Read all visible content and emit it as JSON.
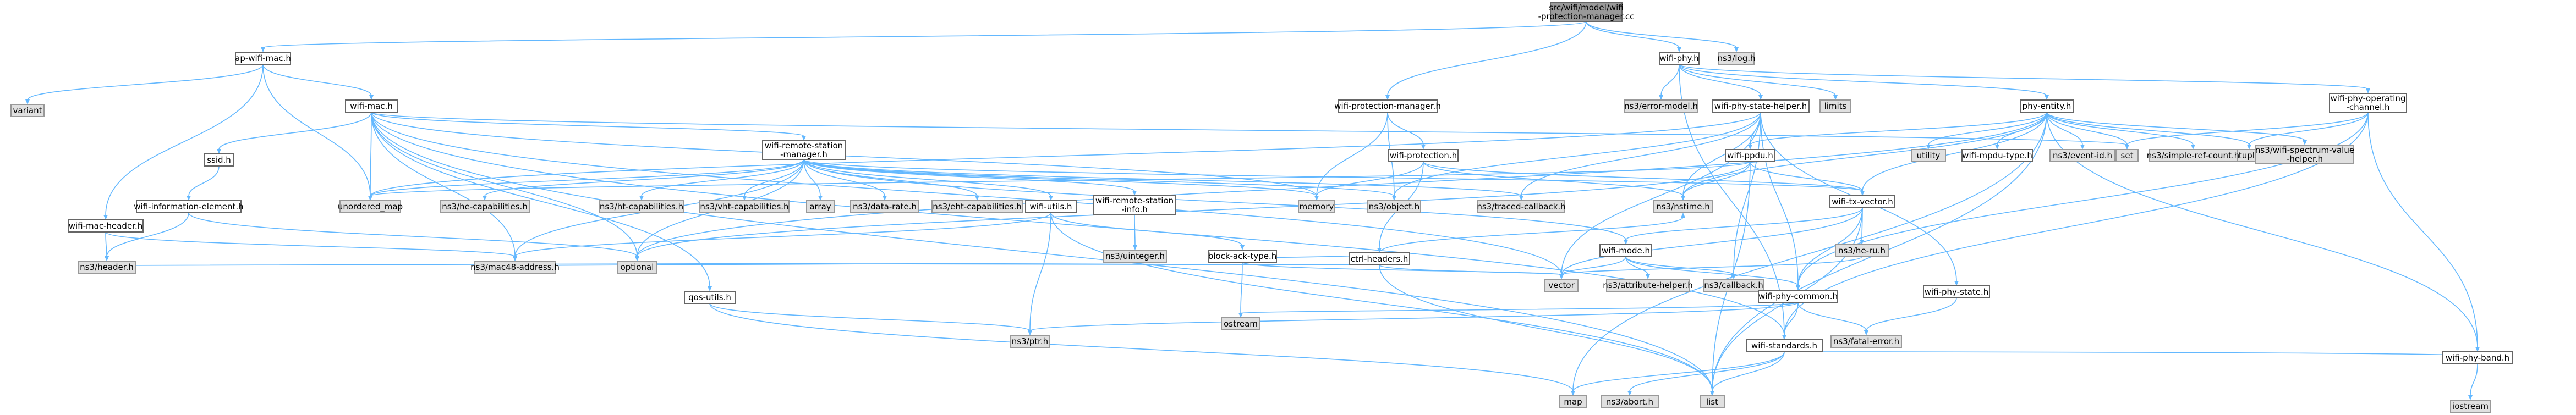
{
  "diagram": {
    "kind": "include-dependency-graph",
    "colors": {
      "edge": "#63b8ff",
      "root_fill": "#999999",
      "header_fill": "#ffffff",
      "external_fill": "#e0e0e0"
    },
    "nodes": [
      {
        "id": "root",
        "label": [
          "src/wifi/model/wifi",
          "-protection-manager.cc"
        ],
        "kind": "root"
      },
      {
        "id": "ap_wifi_mac",
        "label": [
          "ap-wifi-mac.h"
        ],
        "kind": "header"
      },
      {
        "id": "variant",
        "label": [
          "variant"
        ],
        "kind": "external"
      },
      {
        "id": "wifi_mac",
        "label": [
          "wifi-mac.h"
        ],
        "kind": "header"
      },
      {
        "id": "wifi_mac_header",
        "label": [
          "wifi-mac-header.h"
        ],
        "kind": "header"
      },
      {
        "id": "ssid",
        "label": [
          "ssid.h"
        ],
        "kind": "header"
      },
      {
        "id": "wifi_info_element",
        "label": [
          "wifi-information-element.h"
        ],
        "kind": "header"
      },
      {
        "id": "ns3_header",
        "label": [
          "ns3/header.h"
        ],
        "kind": "external"
      },
      {
        "id": "ns3_mac48",
        "label": [
          "ns3/mac48-address.h"
        ],
        "kind": "external"
      },
      {
        "id": "optional",
        "label": [
          "optional"
        ],
        "kind": "external"
      },
      {
        "id": "unordered_map",
        "label": [
          "unordered_map"
        ],
        "kind": "external"
      },
      {
        "id": "wifi_rsm",
        "label": [
          "wifi-remote-station",
          "-manager.h"
        ],
        "kind": "header"
      },
      {
        "id": "he_caps",
        "label": [
          "ns3/he-capabilities.h"
        ],
        "kind": "external"
      },
      {
        "id": "ht_caps",
        "label": [
          "ns3/ht-capabilities.h"
        ],
        "kind": "external"
      },
      {
        "id": "vht_caps",
        "label": [
          "ns3/vht-capabilities.h"
        ],
        "kind": "external"
      },
      {
        "id": "array",
        "label": [
          "array"
        ],
        "kind": "external"
      },
      {
        "id": "data_rate",
        "label": [
          "ns3/data-rate.h"
        ],
        "kind": "external"
      },
      {
        "id": "eht_caps",
        "label": [
          "ns3/eht-capabilities.h"
        ],
        "kind": "external"
      },
      {
        "id": "wifi_utils",
        "label": [
          "wifi-utils.h"
        ],
        "kind": "header"
      },
      {
        "id": "wifi_rsi",
        "label": [
          "wifi-remote-station",
          "-info.h"
        ],
        "kind": "header"
      },
      {
        "id": "ns3_uinteger",
        "label": [
          "ns3/uinteger.h"
        ],
        "kind": "external"
      },
      {
        "id": "block_ack_type",
        "label": [
          "block-ack-type.h"
        ],
        "kind": "header"
      },
      {
        "id": "ostream",
        "label": [
          "ostream"
        ],
        "kind": "external"
      },
      {
        "id": "qos_utils",
        "label": [
          "qos-utils.h"
        ],
        "kind": "header"
      },
      {
        "id": "ns3_ptr",
        "label": [
          "ns3/ptr.h"
        ],
        "kind": "external"
      },
      {
        "id": "map",
        "label": [
          "map"
        ],
        "kind": "external"
      },
      {
        "id": "wifi_protection_manager",
        "label": [
          "wifi-protection-manager.h"
        ],
        "kind": "header"
      },
      {
        "id": "wifi_protection",
        "label": [
          "wifi-protection.h"
        ],
        "kind": "header"
      },
      {
        "id": "memory",
        "label": [
          "memory"
        ],
        "kind": "external"
      },
      {
        "id": "ns3_object",
        "label": [
          "ns3/object.h"
        ],
        "kind": "external"
      },
      {
        "id": "ctrl_headers",
        "label": [
          "ctrl-headers.h"
        ],
        "kind": "header"
      },
      {
        "id": "ns3_traced_callback",
        "label": [
          "ns3/traced-callback.h"
        ],
        "kind": "external"
      },
      {
        "id": "wifi_phy",
        "label": [
          "wifi-phy.h"
        ],
        "kind": "header"
      },
      {
        "id": "ns3_log",
        "label": [
          "ns3/log.h"
        ],
        "kind": "external"
      },
      {
        "id": "ns3_error_model",
        "label": [
          "ns3/error-model.h"
        ],
        "kind": "external"
      },
      {
        "id": "wifi_phy_state_helper",
        "label": [
          "wifi-phy-state-helper.h"
        ],
        "kind": "header"
      },
      {
        "id": "limits",
        "label": [
          "limits"
        ],
        "kind": "external"
      },
      {
        "id": "phy_entity",
        "label": [
          "phy-entity.h"
        ],
        "kind": "header"
      },
      {
        "id": "wifi_phy_op_channel",
        "label": [
          "wifi-phy-operating",
          "-channel.h"
        ],
        "kind": "header"
      },
      {
        "id": "wifi_ppdu",
        "label": [
          "wifi-ppdu.h"
        ],
        "kind": "header"
      },
      {
        "id": "set",
        "label": [
          "set"
        ],
        "kind": "external"
      },
      {
        "id": "tuple",
        "label": [
          "tuple"
        ],
        "kind": "external"
      },
      {
        "id": "utility",
        "label": [
          "utility"
        ],
        "kind": "external"
      },
      {
        "id": "wifi_mpdu_type",
        "label": [
          "wifi-mpdu-type.h"
        ],
        "kind": "header"
      },
      {
        "id": "ns3_event_id",
        "label": [
          "ns3/event-id.h"
        ],
        "kind": "external"
      },
      {
        "id": "ns3_simple_ref_count",
        "label": [
          "ns3/simple-ref-count.h"
        ],
        "kind": "external"
      },
      {
        "id": "ns3_wifi_spectrum",
        "label": [
          "ns3/wifi-spectrum-value",
          "-helper.h"
        ],
        "kind": "external"
      },
      {
        "id": "wifi_tx_vector",
        "label": [
          "wifi-tx-vector.h"
        ],
        "kind": "header"
      },
      {
        "id": "wifi_mode",
        "label": [
          "wifi-mode.h"
        ],
        "kind": "header"
      },
      {
        "id": "ns3_nstime",
        "label": [
          "ns3/nstime.h"
        ],
        "kind": "external"
      },
      {
        "id": "ns3_he_ru",
        "label": [
          "ns3/he-ru.h"
        ],
        "kind": "external"
      },
      {
        "id": "vector",
        "label": [
          "vector"
        ],
        "kind": "external"
      },
      {
        "id": "ns3_attr_helper",
        "label": [
          "ns3/attribute-helper.h"
        ],
        "kind": "external"
      },
      {
        "id": "ns3_callback",
        "label": [
          "ns3/callback.h"
        ],
        "kind": "external"
      },
      {
        "id": "wifi_phy_common",
        "label": [
          "wifi-phy-common.h"
        ],
        "kind": "header"
      },
      {
        "id": "wifi_phy_state",
        "label": [
          "wifi-phy-state.h"
        ],
        "kind": "header"
      },
      {
        "id": "ns3_fatal_error",
        "label": [
          "ns3/fatal-error.h"
        ],
        "kind": "external"
      },
      {
        "id": "wifi_standards",
        "label": [
          "wifi-standards.h"
        ],
        "kind": "header"
      },
      {
        "id": "ns3_abort",
        "label": [
          "ns3/abort.h"
        ],
        "kind": "external"
      },
      {
        "id": "list",
        "label": [
          "list"
        ],
        "kind": "external"
      },
      {
        "id": "wifi_phy_band",
        "label": [
          "wifi-phy-band.h"
        ],
        "kind": "header"
      },
      {
        "id": "iostream",
        "label": [
          "iostream"
        ],
        "kind": "external"
      }
    ],
    "edges": [
      [
        "root",
        "ap_wifi_mac"
      ],
      [
        "root",
        "wifi_protection_manager"
      ],
      [
        "root",
        "wifi_phy"
      ],
      [
        "root",
        "ns3_log"
      ],
      [
        "ap_wifi_mac",
        "variant"
      ],
      [
        "ap_wifi_mac",
        "wifi_mac"
      ],
      [
        "ap_wifi_mac",
        "wifi_mac_header"
      ],
      [
        "ap_wifi_mac",
        "unordered_map"
      ],
      [
        "wifi_mac",
        "ssid"
      ],
      [
        "wifi_mac",
        "wifi_rsm"
      ],
      [
        "wifi_mac",
        "qos_utils"
      ],
      [
        "wifi_mac",
        "unordered_map"
      ],
      [
        "wifi_mac",
        "optional"
      ],
      [
        "wifi_mac",
        "ns3_mac48"
      ],
      [
        "wifi_mac",
        "memory"
      ],
      [
        "wifi_mac",
        "vector"
      ],
      [
        "wifi_mac",
        "set"
      ],
      [
        "wifi_mac",
        "list"
      ],
      [
        "wifi_mac",
        "wifi_standards"
      ],
      [
        "wifi_mac_header",
        "ns3_header"
      ],
      [
        "wifi_mac_header",
        "ns3_mac48"
      ],
      [
        "ssid",
        "wifi_info_element"
      ],
      [
        "wifi_info_element",
        "ns3_header"
      ],
      [
        "wifi_info_element",
        "optional"
      ],
      [
        "wifi_rsm",
        "he_caps"
      ],
      [
        "wifi_rsm",
        "ht_caps"
      ],
      [
        "wifi_rsm",
        "vht_caps"
      ],
      [
        "wifi_rsm",
        "array"
      ],
      [
        "wifi_rsm",
        "data_rate"
      ],
      [
        "wifi_rsm",
        "eht_caps"
      ],
      [
        "wifi_rsm",
        "wifi_utils"
      ],
      [
        "wifi_rsm",
        "wifi_rsi"
      ],
      [
        "wifi_rsm",
        "unordered_map"
      ],
      [
        "wifi_rsm",
        "ns3_mac48"
      ],
      [
        "wifi_rsm",
        "optional"
      ],
      [
        "wifi_rsm",
        "memory"
      ],
      [
        "wifi_rsm",
        "ns3_object"
      ],
      [
        "wifi_rsm",
        "ns3_traced_callback"
      ],
      [
        "wifi_rsm",
        "wifi_mode"
      ],
      [
        "wifi_rsm",
        "wifi_tx_vector"
      ],
      [
        "wifi_utils",
        "block_ack_type"
      ],
      [
        "wifi_utils",
        "ns3_ptr"
      ],
      [
        "wifi_utils",
        "list"
      ],
      [
        "wifi_utils",
        "ns3_mac48"
      ],
      [
        "wifi_rsi",
        "ns3_uinteger"
      ],
      [
        "block_ack_type",
        "ostream"
      ],
      [
        "block_ack_type",
        "vector"
      ],
      [
        "qos_utils",
        "ns3_ptr"
      ],
      [
        "qos_utils",
        "map"
      ],
      [
        "wifi_protection_manager",
        "wifi_protection"
      ],
      [
        "wifi_protection_manager",
        "memory"
      ],
      [
        "wifi_protection_manager",
        "ns3_object"
      ],
      [
        "wifi_protection",
        "ctrl_headers"
      ],
      [
        "wifi_protection",
        "wifi_tx_vector"
      ],
      [
        "wifi_protection",
        "ns3_nstime"
      ],
      [
        "wifi_protection",
        "memory"
      ],
      [
        "ctrl_headers",
        "ns3_header"
      ],
      [
        "ctrl_headers",
        "ns3_mac48"
      ],
      [
        "ctrl_headers",
        "ns3_nstime"
      ],
      [
        "ctrl_headers",
        "vector"
      ],
      [
        "ctrl_headers",
        "list"
      ],
      [
        "ctrl_headers",
        "block_ack_type"
      ],
      [
        "wifi_phy",
        "ns3_error_model"
      ],
      [
        "wifi_phy",
        "wifi_phy_state_helper"
      ],
      [
        "wifi_phy",
        "limits"
      ],
      [
        "wifi_phy",
        "phy_entity"
      ],
      [
        "wifi_phy",
        "wifi_phy_op_channel"
      ],
      [
        "wifi_phy",
        "wifi_standards"
      ],
      [
        "wifi_phy_state_helper",
        "wifi_ppdu"
      ],
      [
        "wifi_phy_state_helper",
        "wifi_phy_state"
      ],
      [
        "wifi_phy_state_helper",
        "ns3_traced_callback"
      ],
      [
        "wifi_phy_state_helper",
        "ns3_object"
      ],
      [
        "wifi_phy_state_helper",
        "ns3_nstime"
      ],
      [
        "wifi_phy_state_helper",
        "ns3_callback"
      ],
      [
        "wifi_phy_state_helper",
        "vector"
      ],
      [
        "wifi_phy_state_helper",
        "wifi_phy_common"
      ],
      [
        "wifi_phy_state_helper",
        "unordered_map"
      ],
      [
        "phy_entity",
        "wifi_ppdu"
      ],
      [
        "phy_entity",
        "set"
      ],
      [
        "phy_entity",
        "tuple"
      ],
      [
        "phy_entity",
        "utility"
      ],
      [
        "phy_entity",
        "wifi_mpdu_type"
      ],
      [
        "phy_entity",
        "ns3_event_id"
      ],
      [
        "phy_entity",
        "ns3_simple_ref_count"
      ],
      [
        "phy_entity",
        "ns3_wifi_spectrum"
      ],
      [
        "phy_entity",
        "wifi_tx_vector"
      ],
      [
        "phy_entity",
        "list"
      ],
      [
        "phy_entity",
        "map"
      ],
      [
        "phy_entity",
        "wifi_phy_band"
      ],
      [
        "phy_entity",
        "ns3_nstime"
      ],
      [
        "phy_entity",
        "optional"
      ],
      [
        "wifi_phy_op_channel",
        "set"
      ],
      [
        "wifi_phy_op_channel",
        "tuple"
      ],
      [
        "wifi_phy_op_channel",
        "wifi_phy_band"
      ],
      [
        "wifi_phy_op_channel",
        "wifi_standards"
      ],
      [
        "wifi_phy_op_channel",
        "wifi_phy_common"
      ],
      [
        "wifi_ppdu",
        "wifi_tx_vector"
      ],
      [
        "wifi_ppdu",
        "ns3_nstime"
      ],
      [
        "wifi_ppdu",
        "list"
      ],
      [
        "wifi_ppdu",
        "unordered_map"
      ],
      [
        "wifi_ppdu",
        "optional"
      ],
      [
        "wifi_tx_vector",
        "wifi_mode"
      ],
      [
        "wifi_tx_vector",
        "ns3_he_ru"
      ],
      [
        "wifi_tx_vector",
        "list"
      ],
      [
        "wifi_tx_vector",
        "vector"
      ],
      [
        "wifi_tx_vector",
        "wifi_phy_common"
      ],
      [
        "wifi_mode",
        "vector"
      ],
      [
        "wifi_mode",
        "ns3_attr_helper"
      ],
      [
        "wifi_mode",
        "ns3_callback"
      ],
      [
        "wifi_mode",
        "wifi_phy_common"
      ],
      [
        "ns3_he_ru",
        "vector"
      ],
      [
        "wifi_phy_common",
        "wifi_standards"
      ],
      [
        "wifi_phy_common",
        "ns3_fatal_error"
      ],
      [
        "wifi_phy_common",
        "ns3_ptr"
      ],
      [
        "wifi_phy_common",
        "ostream"
      ],
      [
        "wifi_phy_state",
        "ns3_fatal_error"
      ],
      [
        "wifi_standards",
        "map"
      ],
      [
        "wifi_standards",
        "ns3_abort"
      ],
      [
        "wifi_standards",
        "list"
      ],
      [
        "wifi_standards",
        "wifi_phy_band"
      ],
      [
        "wifi_phy_band",
        "iostream"
      ]
    ]
  }
}
